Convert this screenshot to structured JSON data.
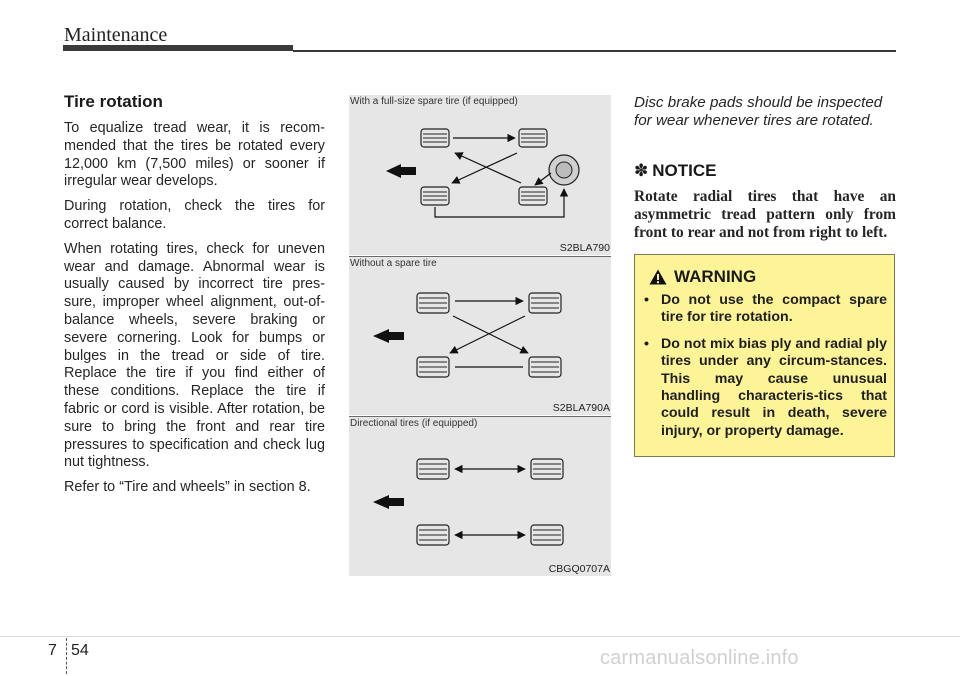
{
  "header": {
    "title": "Maintenance"
  },
  "left_column": {
    "title": "Tire rotation",
    "paragraphs": [
      "To equalize tread wear, it is recom-mended that the tires be rotated every 12,000 km (7,500 miles) or sooner if irregular wear develops.",
      "During rotation, check the tires for correct balance.",
      "When rotating tires, check for uneven wear and damage. Abnormal wear is usually caused by incorrect tire pres-sure, improper wheel alignment, out-of-balance wheels, severe braking or severe cornering. Look for bumps or bulges in the tread or side of tire. Replace the tire if you find either of these conditions. Replace the tire if fabric or cord is visible. After rotation, be sure to bring the front and rear tire pressures to specification and check lug nut tightness.",
      "Refer to “Tire and wheels” in section 8."
    ]
  },
  "figures": [
    {
      "caption": "With a full-size spare tire (if equipped)",
      "code": "S2BLA790"
    },
    {
      "caption": "Without a spare tire",
      "code": "S2BLA790A"
    },
    {
      "caption": "Directional tires (if equipped)",
      "code": "CBGQ0707A"
    }
  ],
  "right_column": {
    "note": "Disc brake pads should be inspected for wear whenever tires are rotated.",
    "notice_icon": "✽",
    "notice_title": "NOTICE",
    "notice_text": "Rotate radial tires that have an asymmetric tread pattern only from front to rear and not from right to left."
  },
  "warning": {
    "title": "WARNING",
    "items": [
      "Do not use the compact spare tire for tire rotation.",
      "Do not mix bias ply and radial ply tires under any circum-stances. This may cause unusual handling characteris-tics that could result in death, severe injury, or property damage."
    ]
  },
  "footer": {
    "chapter": "7",
    "page": "54",
    "watermark": "carmanualsonline.info"
  },
  "icons": {
    "notice": "notice-asterisk-icon",
    "warning": "warning-triangle-icon",
    "direction": "front-arrow-icon"
  },
  "colors": {
    "warning_bg": "#fdf497",
    "figure_bg": "#e6e6e6",
    "header_bar": "#3a3a3a"
  }
}
